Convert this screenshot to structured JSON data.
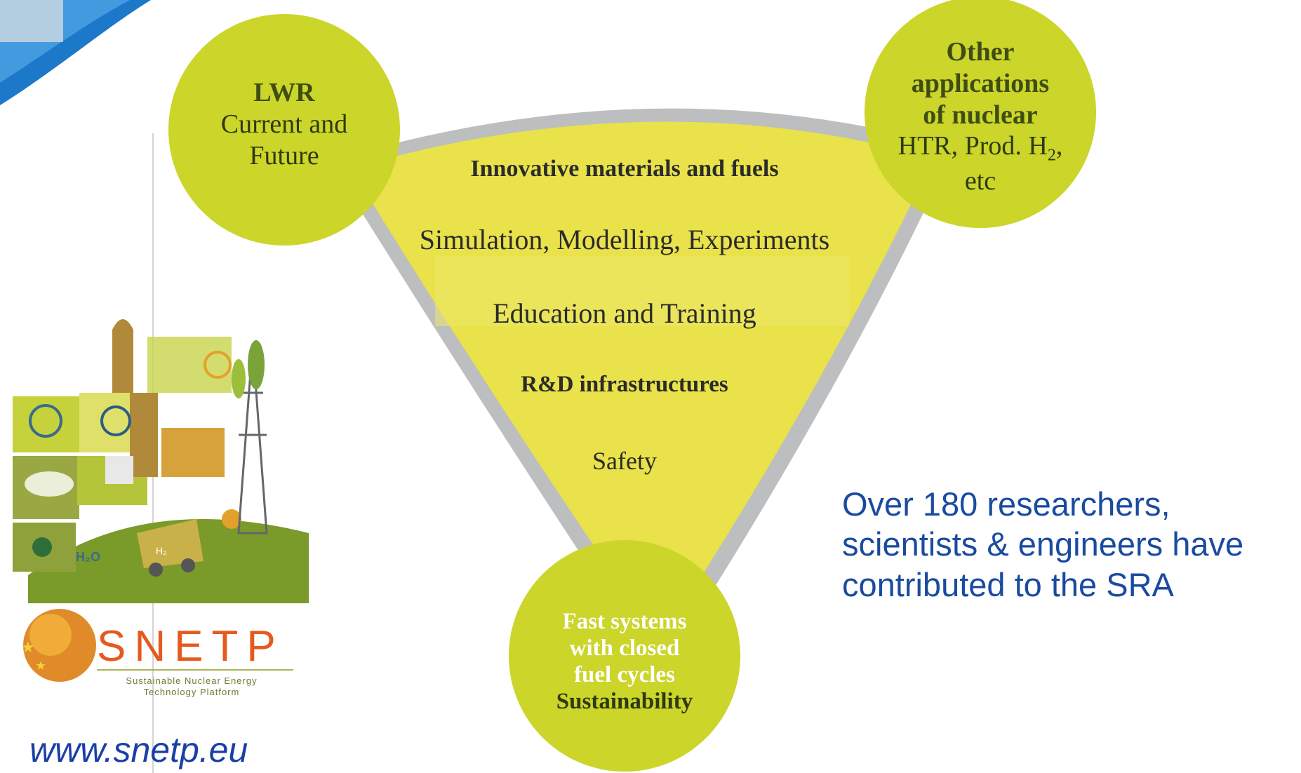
{
  "diagram": {
    "center_items": [
      "Innovative materials and fuels",
      "Simulation, Modelling, Experiments",
      "Education and Training",
      "R&D infrastructures",
      "Safety"
    ],
    "circles": {
      "top_left": {
        "title": "LWR",
        "line1": "Current and",
        "line2": "Future"
      },
      "top_right": {
        "title1": "Other",
        "title2": "applications",
        "title3": "of nuclear",
        "line1": "HTR, Prod. H",
        "sub": "2",
        "line1_end": ",",
        "line2": "etc"
      },
      "bottom": {
        "title1": "Fast systems",
        "title2": "with closed",
        "title3": "fuel cycles",
        "line1": "Sustainability"
      }
    }
  },
  "note": "Over 180 researchers, scientists & engineers have contributed to the SRA",
  "logo": {
    "name": "SNETP",
    "subtitle_line1": "Sustainable Nuclear Energy",
    "subtitle_line2": "Technology Platform",
    "illustration_labels": {
      "water": "H₂O",
      "hydrogen": "H₂"
    }
  },
  "url": "www.snetp.eu",
  "colors": {
    "circle": "#cbd52a",
    "triangle_fill": "#e9e24a",
    "triangle_border": "#b9bbbd",
    "note_text": "#1a4ba0",
    "url_text": "#1a3fa8",
    "logo_orange": "#e55a1f"
  }
}
